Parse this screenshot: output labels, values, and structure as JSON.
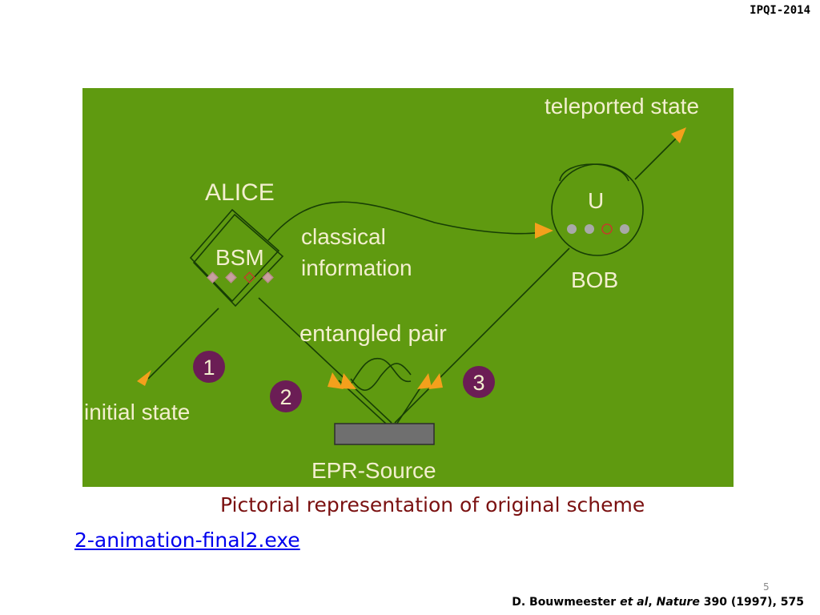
{
  "header": {
    "conference": "IPQI-2014"
  },
  "diagram": {
    "labels": {
      "teleported": "teleported state",
      "alice": "ALICE",
      "bsm": "BSM",
      "classical_line1": "classical",
      "classical_line2": "information",
      "u": "U",
      "bob": "BOB",
      "entangled": "entangled pair",
      "initial": "initial state",
      "epr": "EPR-Source"
    },
    "steps": [
      "1",
      "2",
      "3"
    ],
    "colors": {
      "background": "#5f9a10",
      "lines": "#173e05",
      "arrows": "#f4a01c",
      "badges": "#6b1d55",
      "text": "#f3efcf"
    }
  },
  "caption": "Pictorial representation of original scheme",
  "link": "2-animation-final2.exe",
  "page_number": "5",
  "reference": {
    "authors": "D. Bouwmeester ",
    "etal": "et al",
    "sep": ", ",
    "journal": "Nature",
    "rest": " 390 (1997), 575"
  }
}
